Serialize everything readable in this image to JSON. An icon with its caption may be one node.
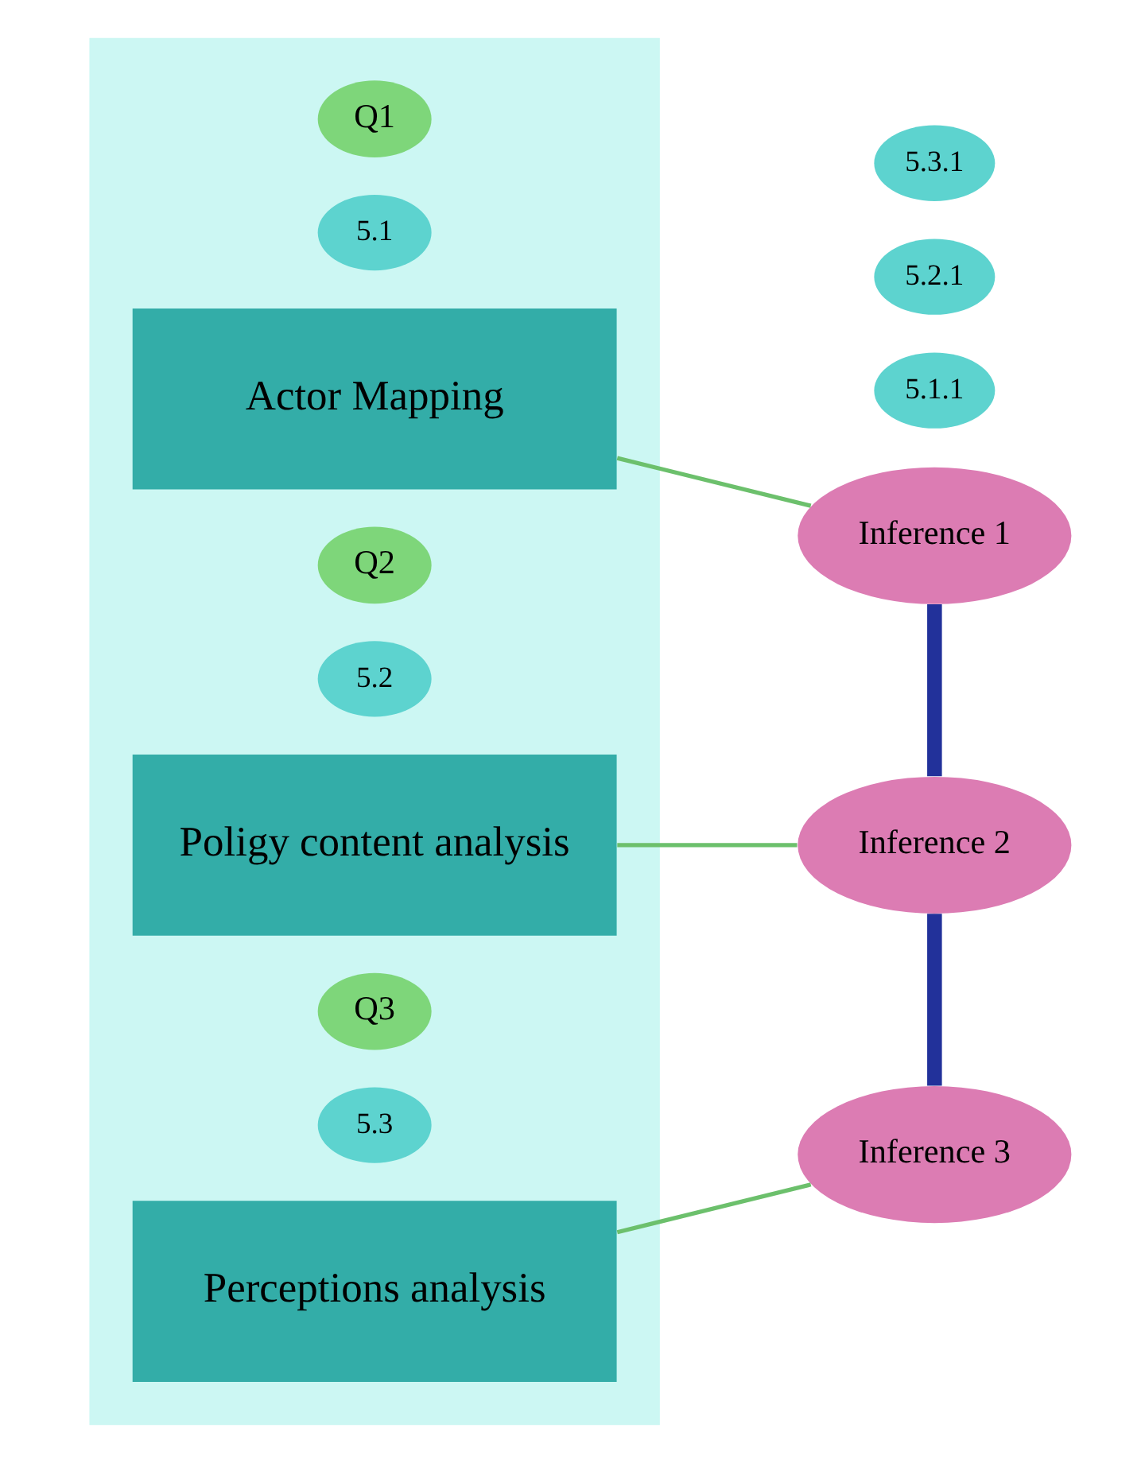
{
  "diagram": {
    "nodes": [
      {
        "text": [],
        "shape": "box"
      },
      {
        "text": [
          "Q1"
        ],
        "in": 0
      },
      {
        "text": [
          "5.1"
        ],
        "in": 0
      },
      {
        "text": [
          "Actor Mapping"
        ],
        "in": 0
      },
      {
        "text": [
          "Q2"
        ],
        "in": 0
      },
      {
        "text": [
          "5.2"
        ],
        "in": 0
      },
      {
        "text": [
          "Poligy content analysis"
        ],
        "in": 0
      },
      {
        "text": [
          "Q3"
        ],
        "in": 0
      },
      {
        "text": [
          "5.3"
        ],
        "in": 0
      },
      {
        "text": [
          "Perceptions analysis"
        ],
        "in": 0
      },
      {
        "text": [
          "5.1.1"
        ]
      },
      {
        "text": [
          "Inference 1"
        ]
      },
      {
        "text": [
          "5.2.1"
        ]
      },
      {
        "text": [
          "Inference 2"
        ]
      },
      {
        "text": [
          "5.3.1"
        ]
      },
      {
        "text": [
          "Inference 3"
        ]
      }
    ],
    "edges": [
      {
        "from": 3,
        "to": 11,
        "arrow": "none"
      },
      {
        "from": 6,
        "to": 13,
        "arrow": "none"
      },
      {
        "from": 9,
        "to": 15,
        "arrow": "none"
      },
      {
        "from": 11,
        "to": 13,
        "arrow": "none",
        "style": "thick",
        "color": "#22319a"
      },
      {
        "from": 13,
        "to": 15,
        "arrow": "none",
        "style": "thick",
        "color": "#22319a"
      }
    ]
  }
}
